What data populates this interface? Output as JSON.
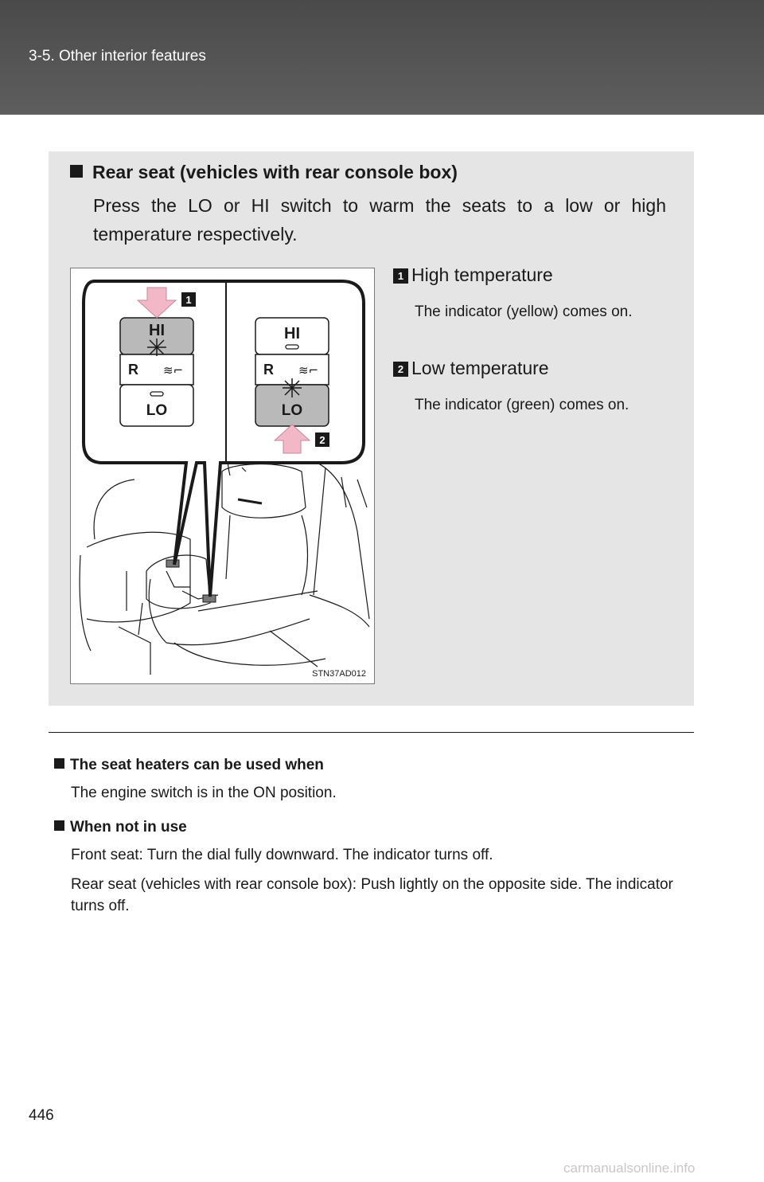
{
  "header": {
    "section": "3-5. Other interior features"
  },
  "panel": {
    "title": "Rear seat (vehicles with rear console box)",
    "body": "Press the LO or HI switch to warm the seats to a low or high temperature respectively."
  },
  "figure": {
    "code": "STN37AD012",
    "switch_hi": "HI",
    "switch_r": "R",
    "switch_lo": "LO",
    "callout_1": "1",
    "callout_2": "2"
  },
  "items": [
    {
      "num": "1",
      "label": "High temperature",
      "desc": "The indicator (yellow) comes on."
    },
    {
      "num": "2",
      "label": "Low temperature",
      "desc": "The indicator (green) comes on."
    }
  ],
  "notes": [
    {
      "head": "The seat heaters can be used when",
      "text": [
        "The engine switch is in the ON position."
      ]
    },
    {
      "head": "When not in use",
      "text": [
        "Front seat: Turn the dial fully downward. The indicator turns off.",
        "Rear seat (vehicles with rear console box): Push lightly on the opposite side. The indicator turns off."
      ]
    }
  ],
  "page_number": "446",
  "watermark": "carmanualsonline.info",
  "colors": {
    "header": "#555555",
    "panel": "#e5e5e5",
    "arrow": "#f3b8c8",
    "pressed_button": "#b9b9b9"
  }
}
